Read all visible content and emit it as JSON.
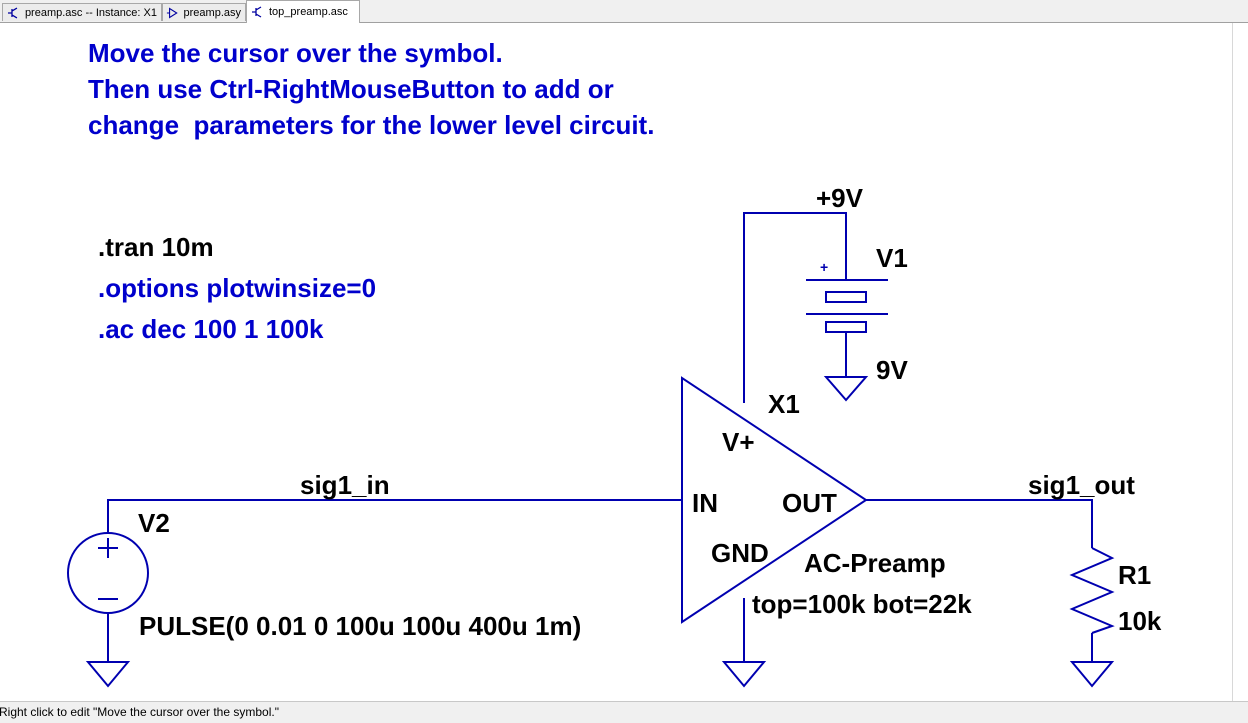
{
  "tabs": [
    {
      "label": "preamp.asc -- Instance: X1",
      "icon": "schematic-icon",
      "active": false
    },
    {
      "label": "preamp.asy",
      "icon": "symbol-icon",
      "active": false
    },
    {
      "label": "top_preamp.asc",
      "icon": "schematic-icon",
      "active": true
    }
  ],
  "comment": {
    "line1": "Move the cursor over the symbol.",
    "line2": "Then use Ctrl-RightMouseButton to add or",
    "line3": "change  parameters for the lower level circuit."
  },
  "directives": {
    "tran": ".tran 10m",
    "options": ".options plotwinsize=0",
    "ac": ".ac dec 100 1 100k"
  },
  "components": {
    "v1": {
      "name": "V1",
      "value": "9V",
      "plus": "+"
    },
    "v2": {
      "name": "V2",
      "value": "PULSE(0 0.01 0 100u 100u 400u 1m)"
    },
    "x1": {
      "name": "X1",
      "type": "AC-Preamp",
      "params": "top=100k bot=22k",
      "pins": {
        "vplus": "V+",
        "in": "IN",
        "out": "OUT",
        "gnd": "GND"
      }
    },
    "r1": {
      "name": "R1",
      "value": "10k"
    }
  },
  "nets": {
    "supply": "+9V",
    "input": "sig1_in",
    "output": "sig1_out"
  },
  "colors": {
    "wire": "#0000b0",
    "comment_text": "#0000cc",
    "directive_text": "#0000cc",
    "label_text": "#000000"
  },
  "status": {
    "message": "Right click to edit \"Move the cursor over the symbol.\""
  }
}
